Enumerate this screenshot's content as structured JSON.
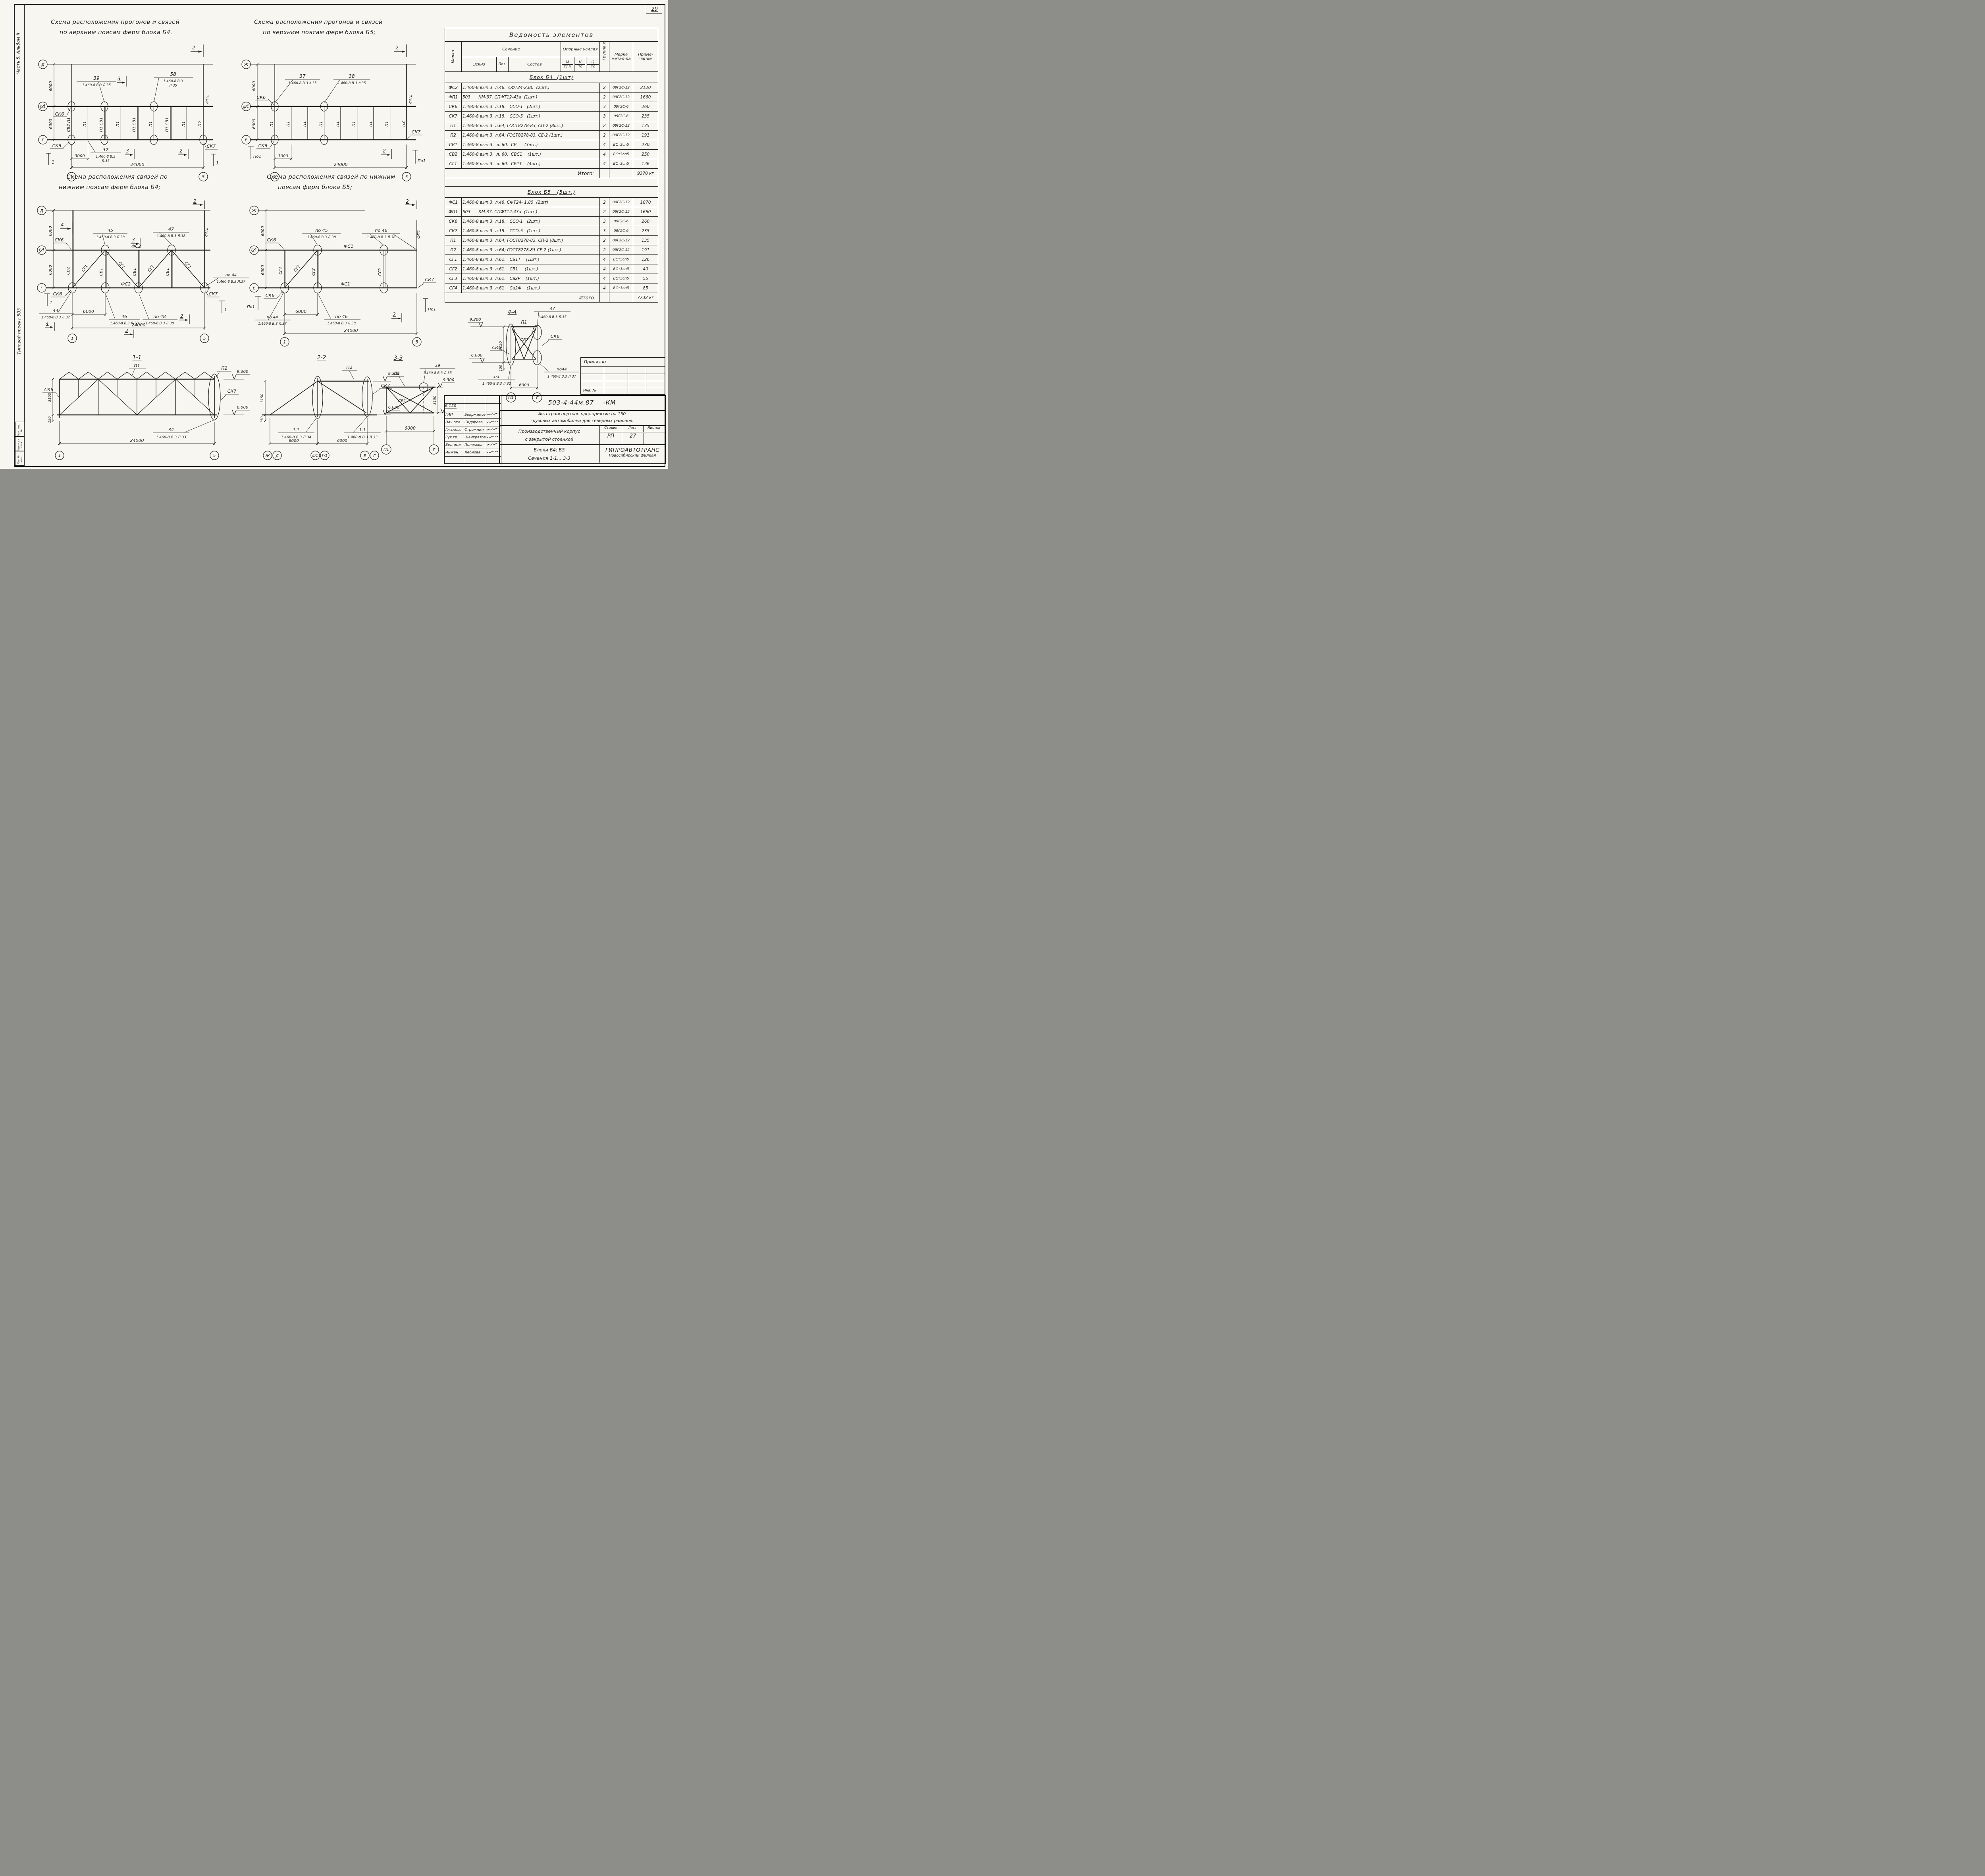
{
  "sheet": {
    "corner_number": "29"
  },
  "margin": {
    "album_text": "Часть 5, Альбом II",
    "project_text": "Типовой проект 503",
    "stamp_top": "Взам. инв. №",
    "stamp_mid": "Подпись и дата",
    "stamp_bottom": "Инв. № подл."
  },
  "titles": {
    "d1a": "Схема расположения прогонов и связей",
    "d1b": "по верхним поясам ферм блока Б4.",
    "d2a": "Схема расположения прогонов и связей",
    "d2b": "по верхним поясам ферм блока Б5;",
    "d3a": "Схема расположения связей по",
    "d3b": "нижним поясам ферм блока Б4;",
    "d4a": "Схема расположения связей по нижним",
    "d4b": "поясам ферм блока Б5;"
  },
  "d1": {
    "axis_top": "Д",
    "axis_mid": "Г/1",
    "axis_bot": "Г",
    "dim_v1": "6000",
    "dim_v2": "6000",
    "dim_3000": "3000",
    "dim_24000": "24000",
    "grid_l": "1",
    "grid_r": "5",
    "cols": [
      "СВ2 П1",
      "П1",
      "П1 СВ1",
      "П1",
      "П1 СВ1",
      "П1",
      "П1 СВ1",
      "П1",
      "П2"
    ],
    "co1_num": "39",
    "co1_ref": "1.460-8 В.3 Л.35",
    "co2_num": "58",
    "co2_ref1": "1.460-8 В.3",
    "co2_ref2": "Л.35",
    "co3_num": "37",
    "co3_ref1": "1.460-8 В.3",
    "co3_ref2": "Л.35",
    "ck6": "СК6",
    "ck7": "СК7",
    "fp1": "ФП1",
    "sec2": "2",
    "sec3": "3",
    "sec1": "1"
  },
  "d2": {
    "axis_top": "Ж",
    "axis_mid": "Е/1",
    "axis_bot": "Е",
    "dim_v1": "6000",
    "dim_v2": "6000",
    "dim_3000": "3000",
    "dim_24000": "24000",
    "grid_l": "1",
    "grid_r": "5",
    "cols": [
      "П1",
      "П1",
      "П1",
      "П1",
      "П1",
      "П1",
      "П1",
      "П1",
      "П2"
    ],
    "co1_num": "37",
    "co1_ref": "1.460-8 В.3 л.35",
    "co2_num": "38",
    "co2_ref": "1.460-8 В.3 л.35",
    "ck6": "СК6",
    "ck7": "СК7",
    "fp1": "ФП1",
    "po1": "По1",
    "sec2": "2"
  },
  "d3": {
    "axis_top": "Д",
    "axis_mid": "Г/1",
    "axis_bot": "Г",
    "dim_v1": "6000",
    "dim_v2": "6000",
    "dim_6000": "6000",
    "dim_24000": "24000",
    "grid_l": "1",
    "grid_r": "5",
    "fc2": "ФС2",
    "sg1": "СГ1",
    "sv2": "СВ2",
    "sv1": "СВ1",
    "fp1": "ФП1",
    "co45_num": "45",
    "co45_ref": "1.460-8 В.3 Л.38",
    "co47_num": "47",
    "co47_ref": "1.460-8 В.3 Л.38",
    "co44_num": "44",
    "co44_ref": "1.460-8 В.3 Л.37",
    "po44_num": "по 44",
    "po44_ref": "1.460-8 В.3 Л.37",
    "co46_num": "46",
    "co46_ref": "1.460-8 В.3 Л.38",
    "po48_num": "по 48",
    "po48_ref": "1.460-8 В.3 Л.38",
    "ck6": "СК6",
    "ck7": "СК7",
    "sec4": "4",
    "sec3": "3",
    "sec2": "2",
    "sec1": "1"
  },
  "d4": {
    "axis_top": "Ж",
    "axis_mid": "Е/1",
    "axis_bot": "Е",
    "dim_v1": "6000",
    "dim_v2": "6000",
    "dim_6000": "6000",
    "dim_24000": "24000",
    "grid_l": "1",
    "grid_r": "5",
    "fc1": "ФС1",
    "sg1": "СГ1",
    "sg2": "СГ2",
    "sg3": "СГ3",
    "sg4": "СГ4",
    "fp1": "ФП1",
    "po45_num": "по 45",
    "po45_ref": "1.460-8 В.3 Л.38",
    "po46_num": "по 46",
    "po46_ref": "1.460-8 В.3 Л.38",
    "po44_num": "по 44",
    "po44_ref": "1.460-8 В.3 Л.37",
    "ck6": "СК6",
    "ck7": "СК7",
    "po1": "По1",
    "sec2": "2"
  },
  "s11": {
    "title": "1-1",
    "p1": "П1",
    "p2": "П2",
    "ck6": "СК6",
    "ck7": "СК7",
    "elev_top": "9.300",
    "elev_bot": "6.000",
    "dim_3150": "3150",
    "dim_150": "150",
    "co_num": "34",
    "co_ref": "1.460-8 В.3 Л.33",
    "dim_24000": "24000",
    "grid_l": "1",
    "grid_r": "5"
  },
  "s22": {
    "title": "2-2",
    "p2": "П2",
    "ck7": "СК7",
    "elev_top": "9.300",
    "elev_bot": "6.000",
    "dim_3150": "3150",
    "dim_150": "150",
    "col_num": "1-1",
    "col_ref": "1.460-8 В.3 Л.34",
    "cor_num": "1-1",
    "cor_ref": "1.460-8 В.3 Л.33",
    "dim_a": "6000",
    "dim_b": "6000",
    "g1": "Ж",
    "g2": "Д",
    "g3": "Е/1",
    "g4": "Г/1",
    "g5": "Е",
    "g6": "Г"
  },
  "s33": {
    "title": "3-3",
    "p1": "П1",
    "sv1": "СВ1",
    "co_num": "39",
    "co_ref": "1.460-8 В.3 Л.35",
    "elev_top": "9.300",
    "elev_bot": "6.150",
    "dim_3150": "3150",
    "dim_6000": "6000",
    "g1": "Г/1",
    "g2": "Г"
  },
  "s44": {
    "title": "4-4",
    "p1": "П1",
    "sv2": "СВ2",
    "ck6": "СК6",
    "co_top_num": "37",
    "co_top_ref": "1.460-8 В.3 Л.35",
    "co_bl_num": "1-1",
    "co_bl_ref": "1.460-8 В.3 Л.32",
    "co_br_num": "по44",
    "co_br_ref": "1.460-8 В.3 Л.37",
    "elev_top": "9.300",
    "elev_bot": "6.000",
    "dim_3150": "3150",
    "dim_150": "150",
    "dim_6000": "6000",
    "g1": "Г/1",
    "g2": "Г"
  },
  "table": {
    "title": "Ведомость элементов",
    "h_marka": "Марка",
    "h_sechenie": "Сечение",
    "h_eskiz": "Эскиз",
    "h_poz": "Поз.",
    "h_sostav": "Состав",
    "h_usiliya": "Опорные усилия",
    "h_m": "М",
    "h_m_u": "тс.м",
    "h_n": "N",
    "h_n_u": "тс",
    "h_q": "Q",
    "h_q_u": "тс",
    "h_gruppa": "Группа констр.",
    "h_metal": "Марка метал-ла",
    "h_prim": "Приме-чание",
    "b1_title": "Блок Б4  (1шт)",
    "b1_rows": [
      [
        "ФС2",
        "1.460-8 вып.3. л.46.  СФТ24-2.80  (2шт.)",
        "2",
        "09Г2С-12",
        "2120"
      ],
      [
        "ФП1",
        "503      КМ-37. СПФТ12-43а  (1шт.)",
        "2",
        "09Г2С-12",
        "1660"
      ],
      [
        "СК6",
        "1.460-8 вып.3. л.18.   ССО-1   (2шт.)",
        "3",
        "09Г2С-6",
        "260"
      ],
      [
        "СК7",
        "1.460-8 вып.3. л.18.   ССО-5   (1шт.)",
        "3",
        "09Г2С-6",
        "235"
      ],
      [
        "П1",
        "1.460-8 вып.3. л.64; ГОСТ8278-83, СП-2 (8шт.)",
        "2",
        "09Г2С-12",
        "135"
      ],
      [
        "П2",
        "1.460-8 вып.3. л.64; ГОСТ8278-83, СЕ-2 (1шт.)",
        "2",
        "09Г2С-12",
        "191"
      ],
      [
        "СВ1",
        "1.460-8 вып.3.  л. 60.  СР      (3шт.)",
        "4",
        "ВСт3сп5",
        "230"
      ],
      [
        "СВ2",
        "1.460-8 вып.3.  л. 60.  СВС1    (1шт.)",
        "4",
        "ВСт3сп5",
        "250"
      ],
      [
        "СГ1",
        "1.460-8 вып.3.  л. 60.  СБ1Т    (4шт.)",
        "4",
        "ВСт3сп5",
        "126"
      ]
    ],
    "b1_total_label": "Итого:",
    "b1_total": "9370 кг",
    "b2_title": "Блок Б5   (5шт.)",
    "b2_rows": [
      [
        "ФС1",
        "1.460-8 вып.3. л.46. СФТ24- 1.85  (2шт)",
        "2",
        "09Г2С-12",
        "1870"
      ],
      [
        "ФП1",
        "503      КМ-37. СПФТ12-43а  (1шт.)",
        "2",
        "09Г2С-12",
        "1660"
      ],
      [
        "СК6",
        "1.460-8 вып.3. л.18.   ССО-1   (2шт.)",
        "3",
        "09Г2С-6",
        "260"
      ],
      [
        "СК7",
        "1.460-8 вып.3. л.18.   ССО-5   (1шт.)",
        "3",
        "09Г2С-6",
        "235"
      ],
      [
        "П1",
        "1.460-8 вып.3. л.64; ГОСТ8278-83, СП-2 (8шт.)",
        "2",
        "09Г2С-12",
        "135"
      ],
      [
        "П2",
        "1.460-8 вып.3. л.64; ГОСТ8278-83 СЕ 2 (1шт.)",
        "2",
        "09Г2С-12",
        "191"
      ],
      [
        "СГ1",
        "1.460-8 вып.3. л.61.   СБ1Т    (1шт.)",
        "4",
        "ВСт3сп5",
        "126"
      ],
      [
        "СГ2",
        "1.460-8 вып.3. л.61.   СВ1     (1шт.)",
        "4",
        "ВСт3сп5",
        "40"
      ],
      [
        "СГ3",
        "1.460-8 вып.3. л.61.   Са2Р    (1шт.)",
        "4",
        "ВСт3сп5",
        "55"
      ],
      [
        "СГ4",
        "1.460-8 вып.3. л.61    Са2Ф    (1шт.)",
        "4",
        "ВСт3сп5",
        "85"
      ]
    ],
    "b2_total_label": "Итого",
    "b2_total": "7732 кг"
  },
  "stamp": {
    "doc": "503-4-44м.87",
    "doc_suffix": "-КМ",
    "project1": "Автотранспортное предприятие на 150",
    "project2": "грузовых автомобилей для северных районов.",
    "object1": "Производственный корпус",
    "object2": "с закрытой стоянкой",
    "h_stage": "Стадия",
    "h_sheet": "Лист",
    "h_sheets": "Листов",
    "stage": "РП",
    "sheet_no": "27",
    "content1": "Блоки Б4; Б5",
    "content2": "Сечения 1-1... 3-3",
    "org": "ГИПРОАВТОТРАНС",
    "org2": "Новосибирский филиал",
    "roles": [
      [
        "ГИП",
        "Бояржинов"
      ],
      [
        "Нач.отд.",
        "Сидорова"
      ],
      [
        "Гл.спец.",
        "Стрежнин"
      ],
      [
        "Рук.гр.",
        "Шайхратов"
      ],
      [
        "Вед.инж.",
        "Полякова"
      ],
      [
        "Инжен.",
        "Леонова"
      ]
    ]
  },
  "privyazan": {
    "label": "Привязан",
    "inv": "Инв. №"
  }
}
